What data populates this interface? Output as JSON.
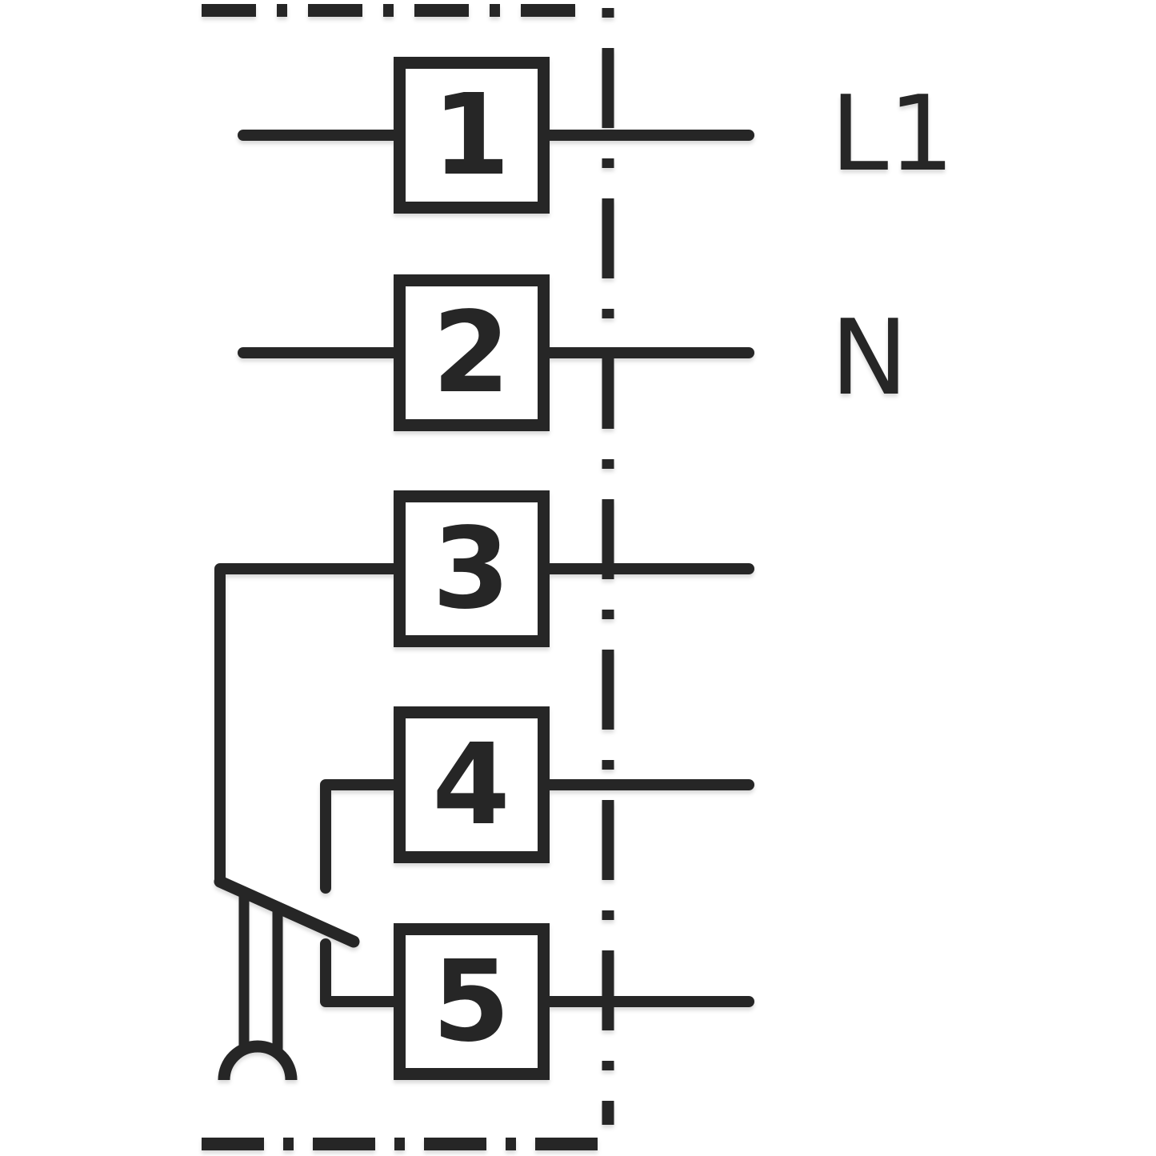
{
  "diagram": {
    "terminals": [
      {
        "number": "1",
        "line_label": "L1"
      },
      {
        "number": "2",
        "line_label": "N"
      },
      {
        "number": "3"
      },
      {
        "number": "4"
      },
      {
        "number": "5"
      }
    ],
    "colors": {
      "line": "#262626",
      "background": "#ffffff"
    }
  }
}
